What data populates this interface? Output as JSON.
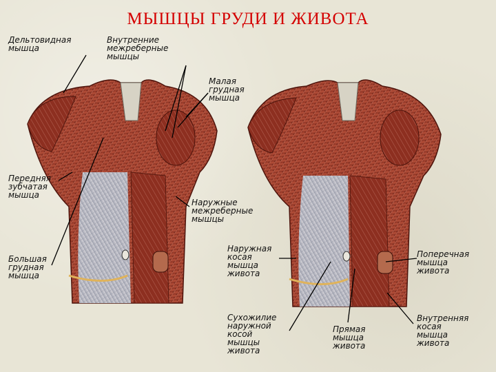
{
  "title": "МЫШЦЫ ГРУДИ И ЖИВОТА",
  "labels": {
    "deltoid": "Дельтовидная\nмышца",
    "internal_intercostal": "Внутренние\nмежреберные\nмышцы",
    "pectoralis_minor": "Малая\nгрудная\nмышца",
    "serratus_anterior": "Передняя\nзубчатая\nмышца",
    "external_intercostal": "Наружные\nмежреберные\nмышцы",
    "pectoralis_major": "Большая\nгрудная\nмышца",
    "external_oblique": "Наружная\nкосая\nмышца\nживота",
    "external_oblique_aponeurosis": "Сухожилие\nнаружной\nкосой\nмышцы\nживота",
    "rectus_abdominis": "Прямая\nмышца\nживота",
    "transversus_abdominis": "Поперечная\nмышца\nживота",
    "internal_oblique": "Внутренняя\nкосая\nмышца\nживота"
  },
  "colors": {
    "title": "#d40000",
    "muscle": "#9c3a2a",
    "tendon": "#c9cdd6",
    "background": "#e8e5d6"
  }
}
